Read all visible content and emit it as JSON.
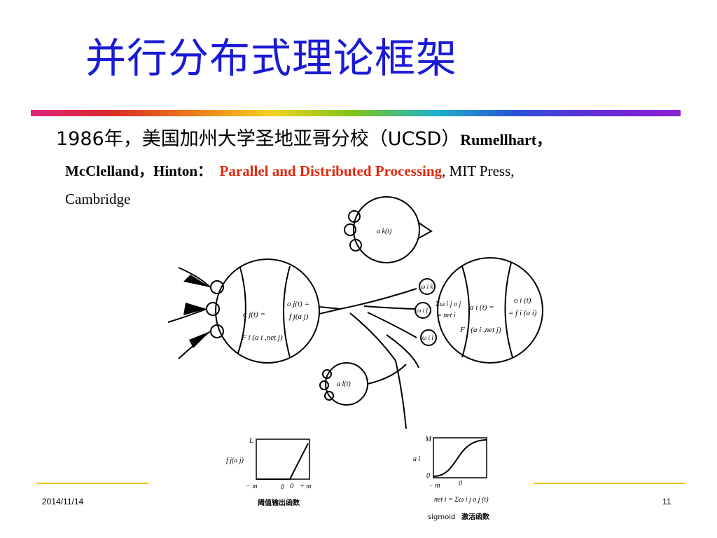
{
  "slide": {
    "title": "并行分布式理论框架",
    "line1_text": "1986年，美国加州大学圣地亚哥分校（UCSD）",
    "line1_bold": "Rumellhart，",
    "line2_authors": "McClelland，Hinton：",
    "line2_book": "Parallel and Distributed Processing",
    "line2_rest": ", MIT Press,",
    "line3": "Cambridge",
    "footer_date": "2014/11/14",
    "page_number": "11"
  },
  "diagram": {
    "top_neuron": "a k(t)",
    "left_neuron": {
      "activation": "a j(t) =",
      "input": "F i (a i ,net j)",
      "output_top": "o j(t) =",
      "output_bottom": "f j(a j)"
    },
    "right_neuron": {
      "activation": "a i (t) =",
      "input": "F i (a i ,net j)",
      "output_top": "o i (t)",
      "output_bottom": "= f i (a i)",
      "sum_top": "Σω i j o j",
      "sum_bottom": "= net i"
    },
    "weights": [
      "ω i k",
      "ω i f",
      "ω i l"
    ],
    "bottom_neuron": "a l(t)"
  },
  "threshold_plot": {
    "y_top": "L",
    "y_label": "f j(a j)",
    "x_labels": [
      "− m",
      "0",
      "0",
      "+ m"
    ],
    "caption": "阈值输出函数"
  },
  "sigmoid_plot": {
    "y_top": "M",
    "y_label": "a i",
    "y_zero": "0",
    "x_labels": [
      "− m",
      "0"
    ],
    "formula": "net i = Σω i j o j (t)",
    "caption_prefix": "sigmoid",
    "caption_suffix": "激活函数"
  }
}
